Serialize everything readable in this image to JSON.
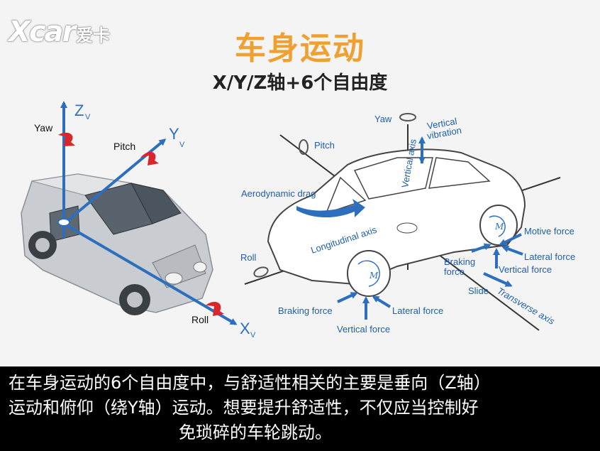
{
  "logo": {
    "mark": "Xcar",
    "cn": "爱卡"
  },
  "title": "车身运动",
  "subtitle": "X/Y/Z轴+6个自由度",
  "left_diagram": {
    "z_axis": "Z",
    "z_sub": "V",
    "y_axis": "Y",
    "y_sub": "V",
    "x_axis": "X",
    "x_sub": "V",
    "yaw": "Yaw",
    "pitch": "Pitch",
    "roll": "Roll"
  },
  "right_diagram": {
    "yaw": "Yaw",
    "vertical_vibration_1": "Vertical",
    "vertical_vibration_2": "vibration",
    "vertical_axis": "Vertical axis",
    "pitch": "Pitch",
    "aero_drag": "Aerodynamic drag",
    "longitudinal_axis": "Longitudinal axis",
    "roll": "Roll",
    "motive_force": "Motive force",
    "lateral_force_rear": "Lateral force",
    "braking_force_rear_1": "Braking",
    "braking_force_rear_2": "force",
    "vertical_force_rear": "Vertical force",
    "slide": "Slide",
    "transverse_axis": "Transverse axis",
    "braking_force_front": "Braking force",
    "lateral_force_front": "Lateral force",
    "vertical_force_front": "Vertical force",
    "wheel_m_front": "M",
    "wheel_m_rear": "M"
  },
  "caption": "在车身运动的6个自由度中，与舒适性相关的主要是垂向（Z轴）\n运动和俯仰（绕Y轴）运动。想要提升舒适性，不仅应当控制好\n　　　　　　　　　　免琐碎的车轮跳动。",
  "colors": {
    "accent": "#f0a030",
    "axis_blue": "#2d6fbd",
    "arrow_red": "#d8262a",
    "label_blue": "#1f5fa6"
  }
}
